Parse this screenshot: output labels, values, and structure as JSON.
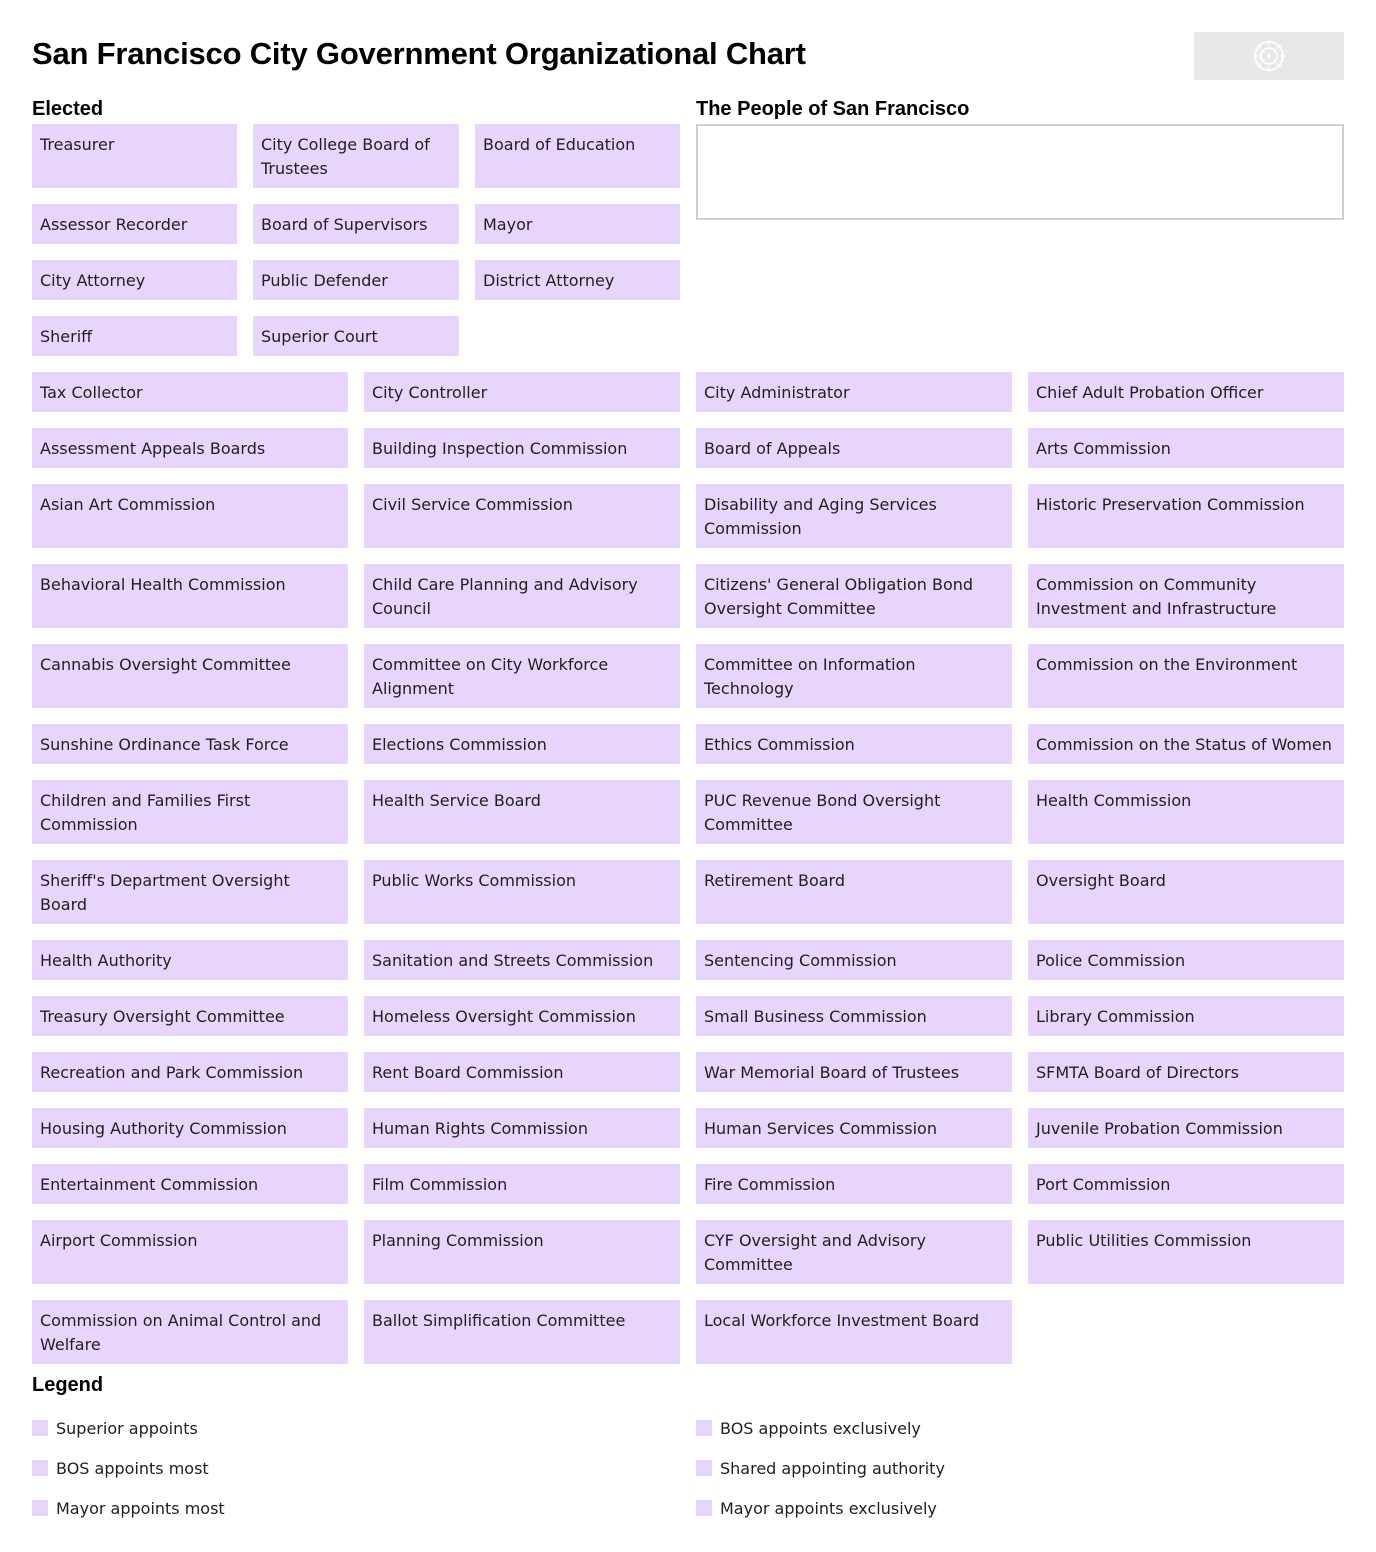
{
  "title": "San Francisco City Government Organizational Chart",
  "elected": {
    "heading": "Elected",
    "items": [
      "Treasurer",
      "City College Board of Trustees",
      "Board of Education",
      "Assessor Recorder",
      "Board of Supervisors",
      "Mayor",
      "City Attorney",
      "Public Defender",
      "District Attorney",
      "Sheriff",
      "Superior Court"
    ]
  },
  "people": {
    "heading": "The People of San Francisco"
  },
  "bodies": [
    "Tax Collector",
    "City Controller",
    "City Administrator",
    "Chief Adult Probation Officer",
    "Assessment Appeals Boards",
    "Building Inspection Commission",
    "Board of Appeals",
    "Arts Commission",
    "Asian Art Commission",
    "Civil Service Commission",
    "Disability and Aging Services Commission",
    "Historic Preservation Commission",
    "Behavioral Health Commission",
    "Child Care Planning and Advisory Council",
    "Citizens' General Obligation Bond Oversight Committee",
    "Commission on Community Investment and Infrastructure",
    "Cannabis Oversight Committee",
    "Committee on City Workforce Alignment",
    "Committee on Information Technology",
    "Commission on the Environment",
    "Sunshine Ordinance Task Force",
    "Elections Commission",
    "Ethics Commission",
    "Commission on the Status of Women",
    "Children and Families First Commission",
    "Health Service Board",
    "PUC Revenue Bond Oversight Committee",
    "Health Commission",
    "Sheriff's Department Oversight Board",
    "Public Works Commission",
    "Retirement Board",
    "Oversight Board",
    "Health Authority",
    "Sanitation and Streets Commission",
    "Sentencing Commission",
    "Police Commission",
    "Treasury Oversight Committee",
    "Homeless Oversight Commission",
    "Small Business Commission",
    "Library Commission",
    "Recreation and Park Commission",
    "Rent Board Commission",
    "War Memorial Board of Trustees",
    "SFMTA Board of Directors",
    "Housing Authority Commission",
    "Human Rights Commission",
    "Human Services Commission",
    "Juvenile Probation Commission",
    "Entertainment Commission",
    "Film Commission",
    "Fire Commission",
    "Port Commission",
    "Airport Commission",
    "Planning Commission",
    "CYF Oversight and Advisory Committee",
    "Public Utilities Commission",
    "Commission on Animal Control and Welfare",
    "Ballot Simplification Committee",
    "Local Workforce Investment Board"
  ],
  "legend": {
    "heading": "Legend",
    "items": [
      "Superior appoints",
      "BOS appoints exclusively",
      "BOS appoints most",
      "Shared appointing authority",
      "Mayor appoints most",
      "Mayor appoints exclusively"
    ]
  },
  "colors": {
    "node_fill": "#e8d5fb",
    "people_border": "#cfcfcf",
    "logo_fill": "#e8e8e8"
  },
  "icons": {
    "logo": "city-seal-icon"
  }
}
